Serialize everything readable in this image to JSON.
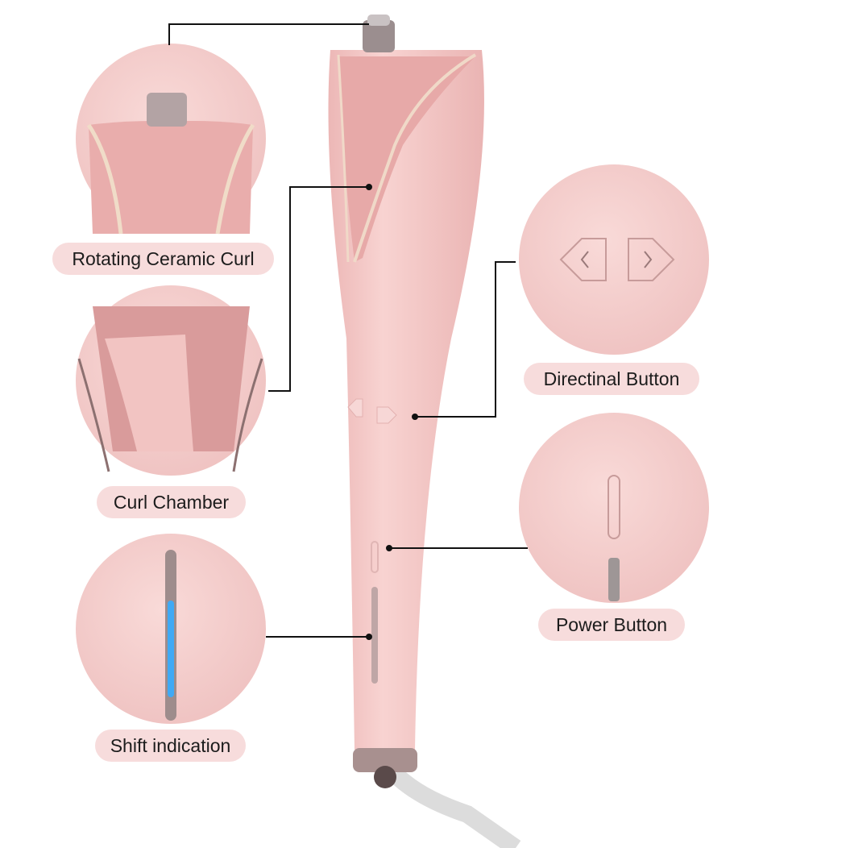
{
  "labels": {
    "rotating_ceramic_curl": "Rotating Ceramic Curl",
    "curl_chamber": "Curl Chamber",
    "shift_indication": "Shift indication",
    "directional_button": "Directinal Button",
    "power_button": "Power Button"
  },
  "colors": {
    "body_pink": "#f4c8c6",
    "label_bg": "#f7dcdc",
    "indicator_blue": "#3fa9f5",
    "leader_line": "#111111"
  }
}
